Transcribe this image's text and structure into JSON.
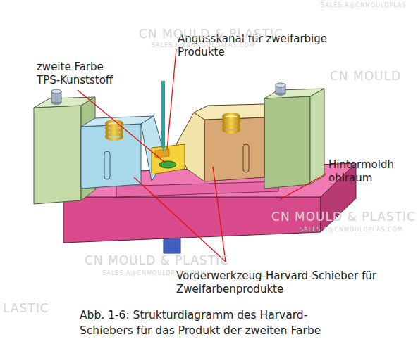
{
  "diagram": {
    "caption": "Abb. 1-6: Strukturdiagramm des Harvard-Schiebers für das Produkt der zweiten Farbe",
    "labels": [
      "Angusskanal für zweifarbige Produkte",
      "zweite Farbe TPS-Kunststoff",
      "Hintermoldh ohlraum",
      "Vorderwerkzeug-Harvard-Schieber für Zweifarbenprodukte",
      "SALES.A@CNMOULDPLAS",
      "CN MOULD & PLASTIC",
      "SALES.A@CNMOULDPLAS.COM",
      "CN MOULD",
      "CN MOULD & PLASTIC",
      "SALES.A@CNMOULDPLAS.COM",
      "LASTIC",
      "CN MOULD & PLASTIC",
      "SALES.A@CNMOULDPLAS.COM"
    ]
  }
}
